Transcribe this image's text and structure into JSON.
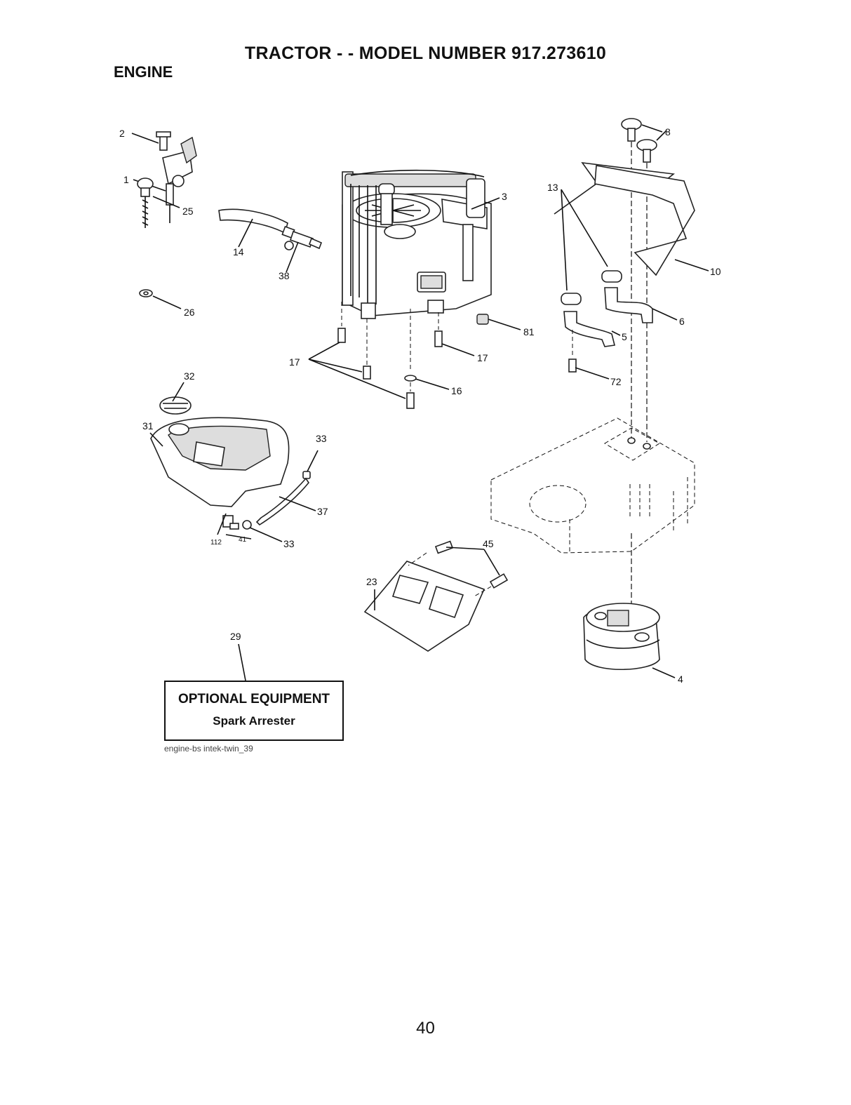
{
  "header": {
    "title": "TRACTOR - - MODEL NUMBER 917.273610",
    "section": "ENGINE"
  },
  "callouts": {
    "c1": "1",
    "c2": "2",
    "c3": "3",
    "c4": "4",
    "c5": "5",
    "c6": "6",
    "c8": "8",
    "c10": "10",
    "c13": "13",
    "c14": "14",
    "c16": "16",
    "c17a": "17",
    "c17b": "17",
    "c23": "23",
    "c25": "25",
    "c26": "26",
    "c29": "29",
    "c31": "31",
    "c32": "32",
    "c33a": "33",
    "c33b": "33",
    "c37": "37",
    "c38": "38",
    "c41": "41",
    "c45": "45",
    "c72": "72",
    "c81": "81",
    "c112": "112"
  },
  "optional": {
    "title": "OPTIONAL EQUIPMENT",
    "subtitle": "Spark Arrester"
  },
  "reference": "engine-bs intek-twin_39",
  "page_number": "40"
}
